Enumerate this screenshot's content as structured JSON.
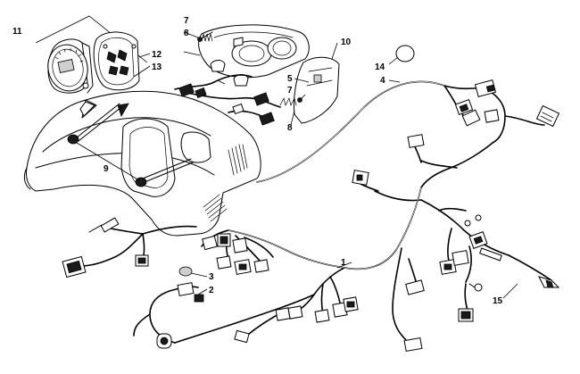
{
  "diagram": {
    "callouts": {
      "c1": "1",
      "c2": "2",
      "c3": "3",
      "c4": "4",
      "c5": "5",
      "c7a": "7",
      "c7b": "7",
      "c8a": "8",
      "c8b": "8",
      "c9": "9",
      "c10": "10",
      "c11": "11",
      "c12": "12",
      "c13": "13",
      "c14": "14",
      "c15": "15"
    }
  }
}
